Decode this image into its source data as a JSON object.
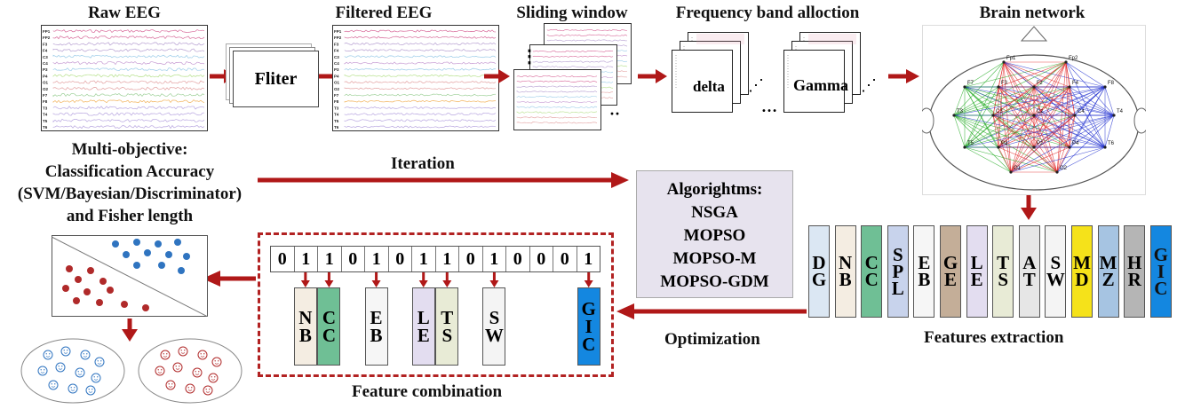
{
  "titles": {
    "raw_eeg": "Raw EEG",
    "filtered_eeg": "Filtered EEG",
    "sliding_window": "Sliding window",
    "frequency_band": "Frequency band alloction",
    "brain_network": "Brain network"
  },
  "eeg_channels": [
    "FP1",
    "FP2",
    "F3",
    "F4",
    "C3",
    "C4",
    "P3",
    "P4",
    "O1",
    "O2",
    "F7",
    "F8",
    "T3",
    "T4",
    "T5",
    "T6"
  ],
  "eeg_colors": [
    "#d86a9a",
    "#d86a9a",
    "#b69fd1",
    "#b69fd1",
    "#9acbe8",
    "#c79bd3",
    "#9acbe8",
    "#b5e08a",
    "#e3a0a0",
    "#e3a0a0",
    "#9fd19a",
    "#f2b35c",
    "#b8a6e0",
    "#b8a6e0",
    "#b8a6e0",
    "#b8a6e0"
  ],
  "fliter_label": "Fliter",
  "band_labels": {
    "delta": "delta",
    "gamma": "Gamma",
    "dots": "…",
    "vdots": "⋰"
  },
  "sliding_dots": {
    "left": "⋮",
    "bottom": "··"
  },
  "head_electrodes": [
    "Fp1",
    "Fp2",
    "F7",
    "F3",
    "Fz",
    "F4",
    "F8",
    "T3",
    "C3",
    "Cz",
    "C4",
    "T4",
    "T5",
    "P3",
    "Pz",
    "P4",
    "T6",
    "O1",
    "O2"
  ],
  "multiobjective": {
    "line1": "Multi-objective:",
    "line2": "Classification Accuracy",
    "line3": "(SVM/Bayesian/Discriminator)",
    "line4": "and Fisher length"
  },
  "iteration_label": "Iteration",
  "algorithms": {
    "header": "Algorightms:",
    "items": [
      "NSGA",
      "MOPSO",
      "MOPSO-M",
      "MOPSO-GDM"
    ]
  },
  "features": [
    {
      "label": "DG",
      "color": "#dbe7f3"
    },
    {
      "label": "NB",
      "color": "#f4ede2"
    },
    {
      "label": "CC",
      "color": "#6fbf95"
    },
    {
      "label": "SPL",
      "color": "#c8d3ec"
    },
    {
      "label": "EB",
      "color": "#f6f6f6"
    },
    {
      "label": "GE",
      "color": "#c4ae98"
    },
    {
      "label": "LE",
      "color": "#e3ddf0"
    },
    {
      "label": "TS",
      "color": "#e8ebd6"
    },
    {
      "label": "AT",
      "color": "#e6e6e6"
    },
    {
      "label": "SW",
      "color": "#f4f4f4"
    },
    {
      "label": "MD",
      "color": "#f5e21a"
    },
    {
      "label": "MZ",
      "color": "#a6c4e2"
    },
    {
      "label": "HR",
      "color": "#b5b5b5"
    },
    {
      "label": "GIC",
      "color": "#1487e0"
    }
  ],
  "features_extraction_label": "Features extraction",
  "optimization_label": "Optimization",
  "bits": [
    "0",
    "1",
    "1",
    "0",
    "1",
    "0",
    "1",
    "1",
    "0",
    "1",
    "0",
    "0",
    "0",
    "1"
  ],
  "selected_features": [
    {
      "label": "NB",
      "color": "#f4ede2",
      "bit_index": 1
    },
    {
      "label": "CC",
      "color": "#6fbf95",
      "bit_index": 2
    },
    {
      "label": "EB",
      "color": "#f6f6f6",
      "bit_index": 4
    },
    {
      "label": "LE",
      "color": "#e3ddf0",
      "bit_index": 6
    },
    {
      "label": "TS",
      "color": "#e8ebd6",
      "bit_index": 7
    },
    {
      "label": "SW",
      "color": "#f4f4f4",
      "bit_index": 9
    },
    {
      "label": "GIC",
      "color": "#1487e0",
      "bit_index": 13
    }
  ],
  "feature_combination_label": "Feature combination",
  "colors": {
    "arrow": "#b01818",
    "class_blue": "#2f74c0",
    "class_red": "#b02a2a",
    "edge_red": "#e02020",
    "edge_green": "#22aa22",
    "edge_blue": "#2030d0"
  }
}
